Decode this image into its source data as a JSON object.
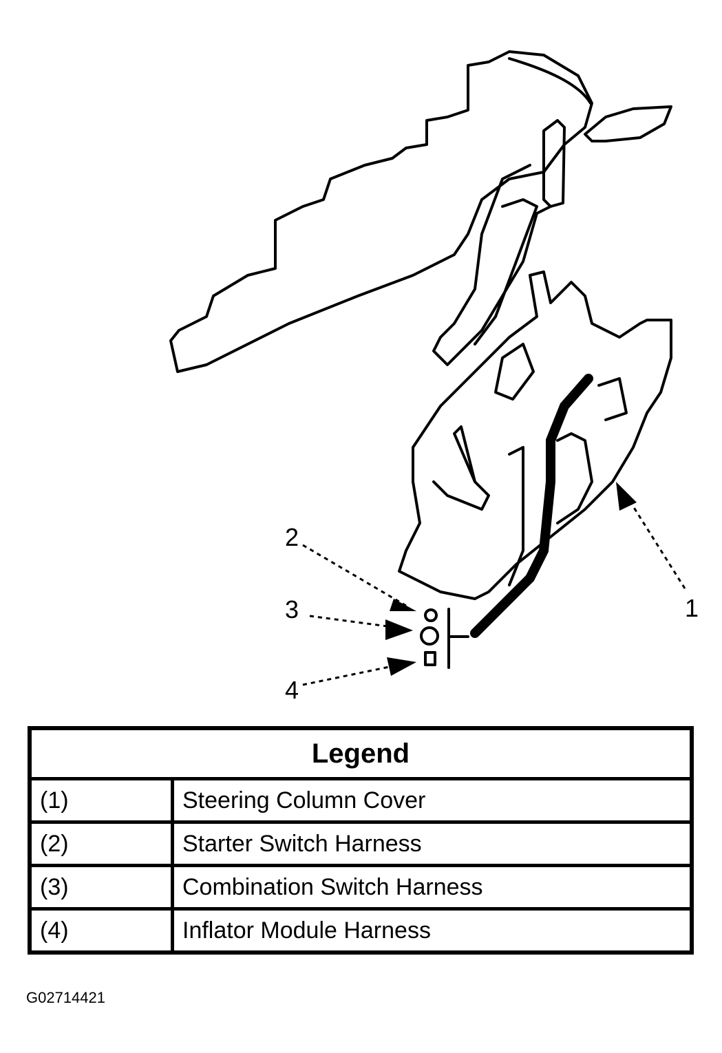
{
  "callouts": {
    "c1": "1",
    "c2": "2",
    "c3": "3",
    "c4": "4"
  },
  "legend": {
    "title": "Legend",
    "rows": [
      {
        "num": "(1)",
        "label": "Steering Column Cover"
      },
      {
        "num": "(2)",
        "label": "Starter Switch Harness"
      },
      {
        "num": "(3)",
        "label": "Combination Switch Harness"
      },
      {
        "num": "(4)",
        "label": "Inflator Module Harness"
      }
    ]
  },
  "figure_id": "G02714421"
}
